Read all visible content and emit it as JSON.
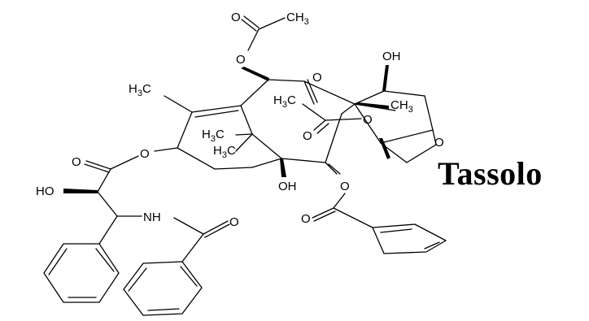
{
  "title": "Tassolo",
  "labels": {
    "acetyl_top_o_carbonyl": "O",
    "acetyl_top_ch3_main": "CH",
    "acetyl_top_ch3_sub": "3",
    "acetyl_top_o_ester": "O",
    "ketone_o": "O",
    "oh_top_right": "OH",
    "methyl_left_h": "H",
    "methyl_left_sub": "3",
    "methyl_left_c": "C",
    "acetyl_mid_h": "H",
    "acetyl_mid_sub": "3",
    "acetyl_mid_c": "C",
    "methyl_right_ch": "CH",
    "methyl_right_sub": "3",
    "gem_dimethyl_1_h": "H",
    "gem_dimethyl_1_sub": "3",
    "gem_dimethyl_1_c": "C",
    "gem_dimethyl_2_h": "H",
    "gem_dimethyl_2_sub": "3",
    "gem_dimethyl_2_c": "C",
    "acetyl_mid_o_carbonyl": "O",
    "acetyl_mid_o_ester": "O",
    "oxetane_o": "O",
    "side_chain_ester_o": "O",
    "side_chain_carbonyl_o": "O",
    "ho_side_chain": "HO",
    "oh_bottom_center": "OH",
    "benzoate_o_ester": "O",
    "benzoate_o_carbonyl": "O",
    "nh": "NH",
    "amide_o": "O"
  }
}
